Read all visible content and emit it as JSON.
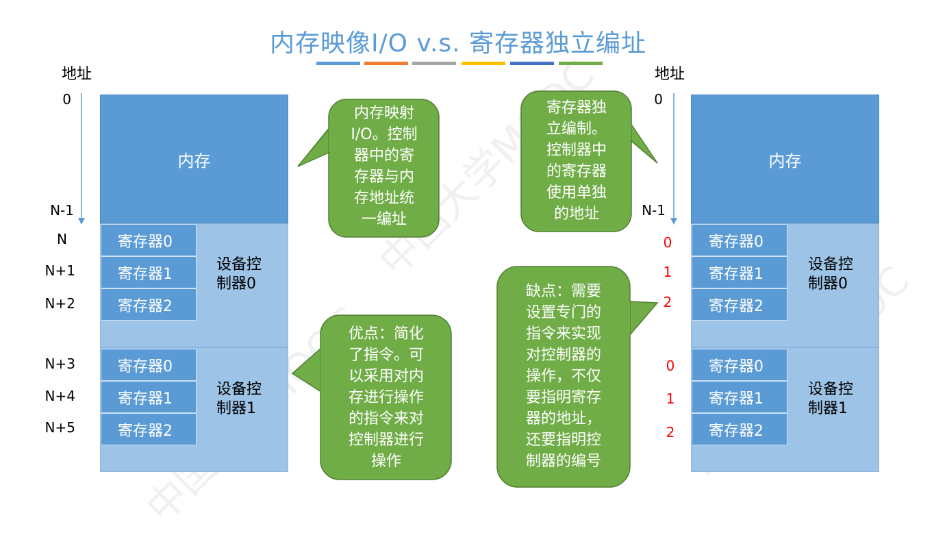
{
  "title": "内存映像I/O  v.s. 寄存器独立编址",
  "title_strip_colors": [
    "#5b9bd5",
    "#ed7d31",
    "#a5a5a5",
    "#ffc000",
    "#4472c4",
    "#70ad47"
  ],
  "colors": {
    "memory": "#5b9bd5",
    "controller": "#9dc3e6",
    "bubble": "#70ad47",
    "reg_addr": "#ff0000"
  },
  "watermark": "中国大学MOOC",
  "left": {
    "addr_label": "地址",
    "addresses": [
      "0",
      "N-1",
      "N",
      "N+1",
      "N+2",
      "N+3",
      "N+4",
      "N+5"
    ],
    "memory_label": "内存",
    "controllers": [
      {
        "name_line1": "设备控",
        "name_line2": "制器0",
        "registers": [
          "寄存器0",
          "寄存器1",
          "寄存器2"
        ]
      },
      {
        "name_line1": "设备控",
        "name_line2": "制器1",
        "registers": [
          "寄存器0",
          "寄存器1",
          "寄存器2"
        ]
      }
    ]
  },
  "right": {
    "addr_label": "地址",
    "addresses": [
      "0",
      "N-1"
    ],
    "reg_numbers": [
      "0",
      "1",
      "2",
      "0",
      "1",
      "2"
    ],
    "memory_label": "内存",
    "controllers": [
      {
        "name_line1": "设备控",
        "name_line2": "制器0",
        "registers": [
          "寄存器0",
          "寄存器1",
          "寄存器2"
        ]
      },
      {
        "name_line1": "设备控",
        "name_line2": "制器1",
        "registers": [
          "寄存器0",
          "寄存器1",
          "寄存器2"
        ]
      }
    ]
  },
  "bubbles": {
    "mmio": [
      "内存映射",
      "I/O。控制",
      "器中的寄",
      "存器与内",
      "存地址统",
      "一编址"
    ],
    "advantage": [
      "优点：简化",
      "了指令。可",
      "以采用对内",
      "存进行操作",
      "的指令来对",
      "控制器进行",
      "操作"
    ],
    "separate": [
      "寄存器独",
      "立编制。",
      "控制器中",
      "的寄存器",
      "使用单独",
      "的地址"
    ],
    "disadvantage": [
      "缺点：需要",
      "设置专门的",
      "指令来实现",
      "对控制器的",
      "操作，不仅",
      "要指明寄存",
      "器的地址，",
      "还要指明控",
      "制器的编号"
    ]
  }
}
